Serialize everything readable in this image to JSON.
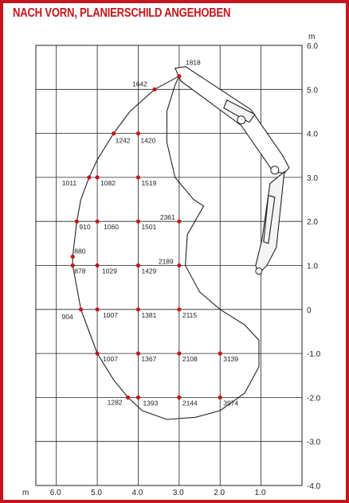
{
  "title": "NACH VORN, PLANIERSCHILD ANGEHOBEN",
  "colors": {
    "frame": "#c4161c",
    "title": "#c4161c",
    "points": "#c4161c",
    "grid": "#222222"
  },
  "right_axis": {
    "unit": "m",
    "labels": [
      "6.0",
      "5.0",
      "4.0",
      "3.0",
      "2.0",
      "1.0",
      "0",
      "-1.0",
      "-2.0",
      "-3.0",
      "-4.0"
    ]
  },
  "bottom_axis": {
    "unit": "m",
    "labels": [
      "6.0",
      "5.0",
      "4.0",
      "3.0",
      "2.0",
      "1.0"
    ]
  },
  "chart_data": {
    "type": "scatter",
    "xlim": [
      6.5,
      0.0
    ],
    "ylim": [
      -4.0,
      6.0
    ],
    "points": [
      {
        "x": 3.0,
        "y": 5.3,
        "label": "1818"
      },
      {
        "x": 3.6,
        "y": 5.0,
        "label": "1642"
      },
      {
        "x": 4.6,
        "y": 4.0,
        "label": "1242"
      },
      {
        "x": 4.0,
        "y": 4.0,
        "label": "1420"
      },
      {
        "x": 5.2,
        "y": 3.0,
        "label": "1011"
      },
      {
        "x": 5.0,
        "y": 3.0,
        "label": "1082"
      },
      {
        "x": 4.0,
        "y": 3.0,
        "label": "1519"
      },
      {
        "x": 5.5,
        "y": 2.0,
        "label": "910"
      },
      {
        "x": 5.0,
        "y": 2.0,
        "label": "1060"
      },
      {
        "x": 4.0,
        "y": 2.0,
        "label": "1501"
      },
      {
        "x": 3.0,
        "y": 2.0,
        "label": "2361"
      },
      {
        "x": 5.6,
        "y": 1.2,
        "label": "880"
      },
      {
        "x": 5.6,
        "y": 1.0,
        "label": "878"
      },
      {
        "x": 5.0,
        "y": 1.0,
        "label": "1029"
      },
      {
        "x": 4.0,
        "y": 1.0,
        "label": "1429"
      },
      {
        "x": 3.0,
        "y": 1.0,
        "label": "2189"
      },
      {
        "x": 5.4,
        "y": 0.0,
        "label": "904"
      },
      {
        "x": 5.0,
        "y": 0.0,
        "label": "1007"
      },
      {
        "x": 4.0,
        "y": 0.0,
        "label": "1381"
      },
      {
        "x": 3.0,
        "y": 0.0,
        "label": "2115"
      },
      {
        "x": 5.0,
        "y": -1.0,
        "label": "1007"
      },
      {
        "x": 4.0,
        "y": -1.0,
        "label": "1367"
      },
      {
        "x": 3.0,
        "y": -1.0,
        "label": "2108"
      },
      {
        "x": 2.0,
        "y": -1.0,
        "label": "3139"
      },
      {
        "x": 4.25,
        "y": -2.0,
        "label": "1282"
      },
      {
        "x": 4.0,
        "y": -2.0,
        "label": "1393"
      },
      {
        "x": 3.0,
        "y": -2.0,
        "label": "2144"
      },
      {
        "x": 2.0,
        "y": -2.0,
        "label": "3974"
      }
    ],
    "envelope": [
      [
        3.0,
        5.3
      ],
      [
        3.6,
        5.0
      ],
      [
        4.2,
        4.5
      ],
      [
        4.6,
        4.0
      ],
      [
        5.0,
        3.4
      ],
      [
        5.2,
        3.0
      ],
      [
        5.4,
        2.5
      ],
      [
        5.5,
        2.0
      ],
      [
        5.6,
        1.2
      ],
      [
        5.6,
        1.0
      ],
      [
        5.5,
        0.5
      ],
      [
        5.4,
        0.0
      ],
      [
        5.2,
        -0.5
      ],
      [
        5.0,
        -1.0
      ],
      [
        4.6,
        -1.6
      ],
      [
        4.25,
        -2.0
      ],
      [
        3.9,
        -2.3
      ],
      [
        3.3,
        -2.5
      ],
      [
        2.6,
        -2.45
      ],
      [
        2.0,
        -2.3
      ],
      [
        1.4,
        -1.9
      ],
      [
        1.05,
        -1.3
      ],
      [
        1.05,
        -0.7
      ],
      [
        1.4,
        -0.35
      ],
      [
        2.0,
        0.0
      ],
      [
        2.5,
        0.4
      ],
      [
        2.85,
        1.0
      ],
      [
        2.8,
        1.7
      ],
      [
        2.4,
        2.35
      ],
      [
        2.65,
        2.5
      ],
      [
        3.1,
        3.0
      ],
      [
        3.3,
        3.8
      ],
      [
        3.3,
        4.5
      ],
      [
        3.1,
        5.1
      ],
      [
        3.0,
        5.3
      ]
    ],
    "grid": true
  }
}
